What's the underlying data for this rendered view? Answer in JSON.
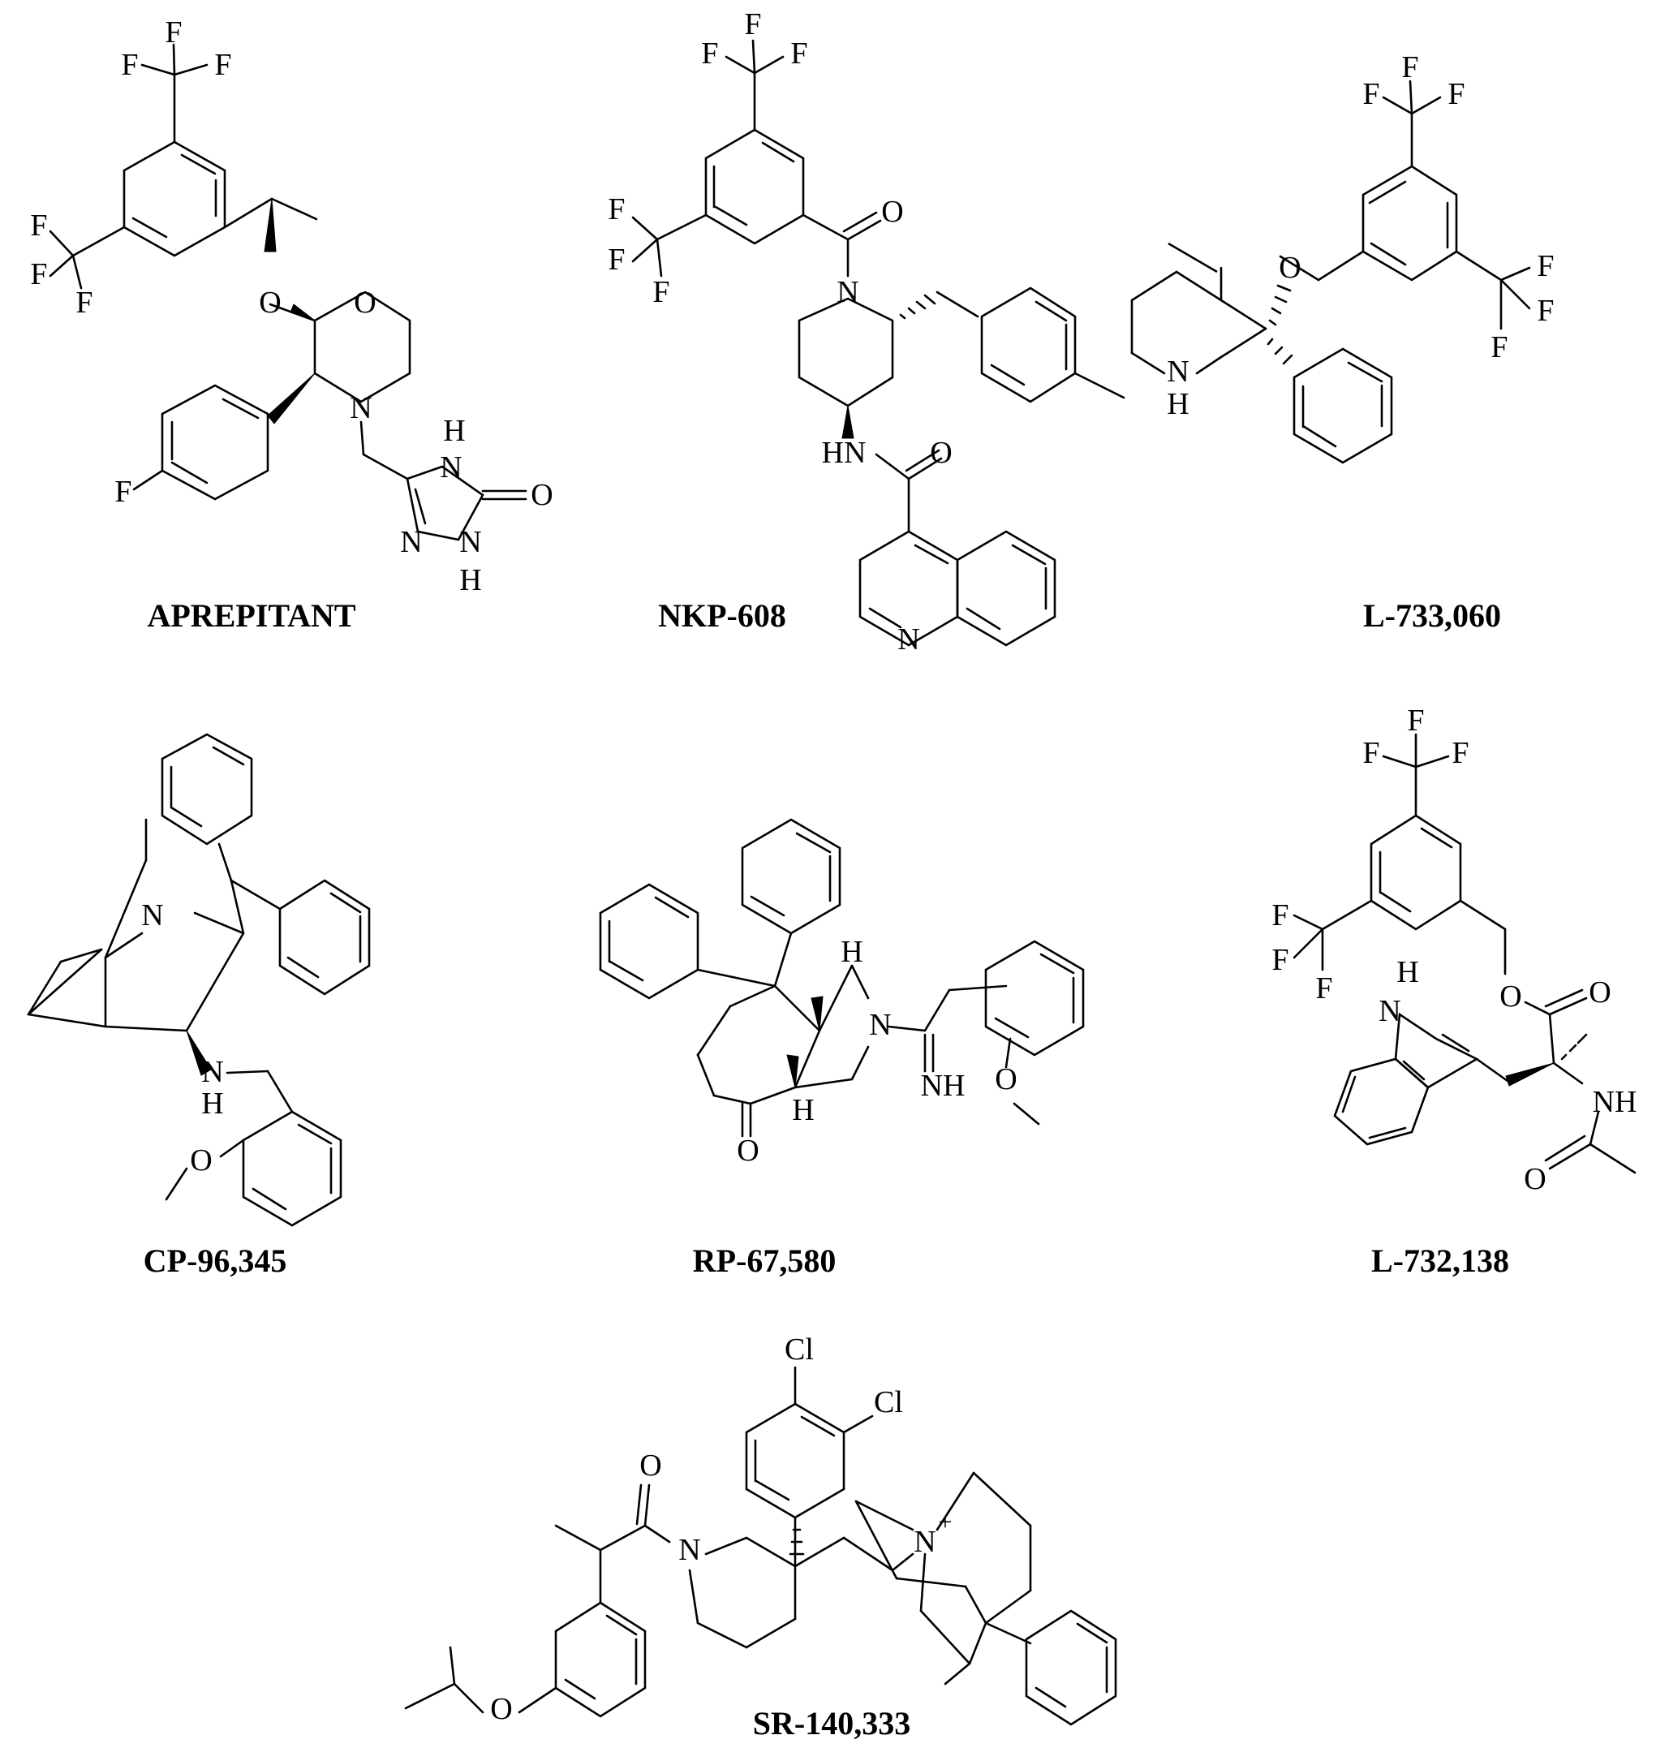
{
  "compounds": [
    {
      "id": "aprepitant",
      "name": "APREPITANT",
      "atoms": {
        "f1": "F",
        "f2": "F",
        "f3": "F",
        "f4": "F",
        "f5": "F",
        "f6": "F",
        "o_ether": "O",
        "o_ring": "O",
        "n_ring": "N",
        "f_aryl": "F",
        "h_nh1": "H",
        "n_tz1": "N",
        "o_tz": "O",
        "n_tz2": "N",
        "n_tz3": "N",
        "h_nh2": "H"
      }
    },
    {
      "id": "nkp-608",
      "name": "NKP-608",
      "atoms": {
        "f1": "F",
        "f2": "F",
        "f3": "F",
        "f4": "F",
        "f5": "F",
        "f6": "F",
        "o_amide1": "O",
        "n_pip": "N",
        "hn": "HN",
        "o_amide2": "O",
        "n_quin": "N"
      }
    },
    {
      "id": "l-733-060",
      "name": "L-733,060",
      "atoms": {
        "f1": "F",
        "f2": "F",
        "f3": "F",
        "f4": "F",
        "f5": "F",
        "f6": "F",
        "o_ether": "O",
        "n_pip": "N",
        "h_pip": "H"
      }
    },
    {
      "id": "cp-96-345",
      "name": "CP-96,345",
      "atoms": {
        "n_quin": "N",
        "n_amine": "N",
        "h_amine": "H",
        "o_methoxy": "O"
      }
    },
    {
      "id": "rp-67-580",
      "name": "RP-67,580",
      "atoms": {
        "h_top": "H",
        "h_bot": "H",
        "n_ring": "N",
        "nh": "NH",
        "o_ketone": "O",
        "o_methoxy": "O"
      }
    },
    {
      "id": "l-732-138",
      "name": "L-732,138",
      "atoms": {
        "f1": "F",
        "f2": "F",
        "f3": "F",
        "f4": "F",
        "f5": "F",
        "f6": "F",
        "h_indole": "H",
        "n_indole": "N",
        "o_ester": "O",
        "o_carbonyl": "O",
        "nh": "NH",
        "o_acetyl": "O"
      }
    },
    {
      "id": "sr-140-333",
      "name": "SR-140,333",
      "atoms": {
        "cl1": "Cl",
        "cl2": "Cl",
        "o_carbonyl": "O",
        "n_pip": "N",
        "n_quat": "N",
        "charge": "+",
        "o_ether": "O"
      }
    }
  ]
}
